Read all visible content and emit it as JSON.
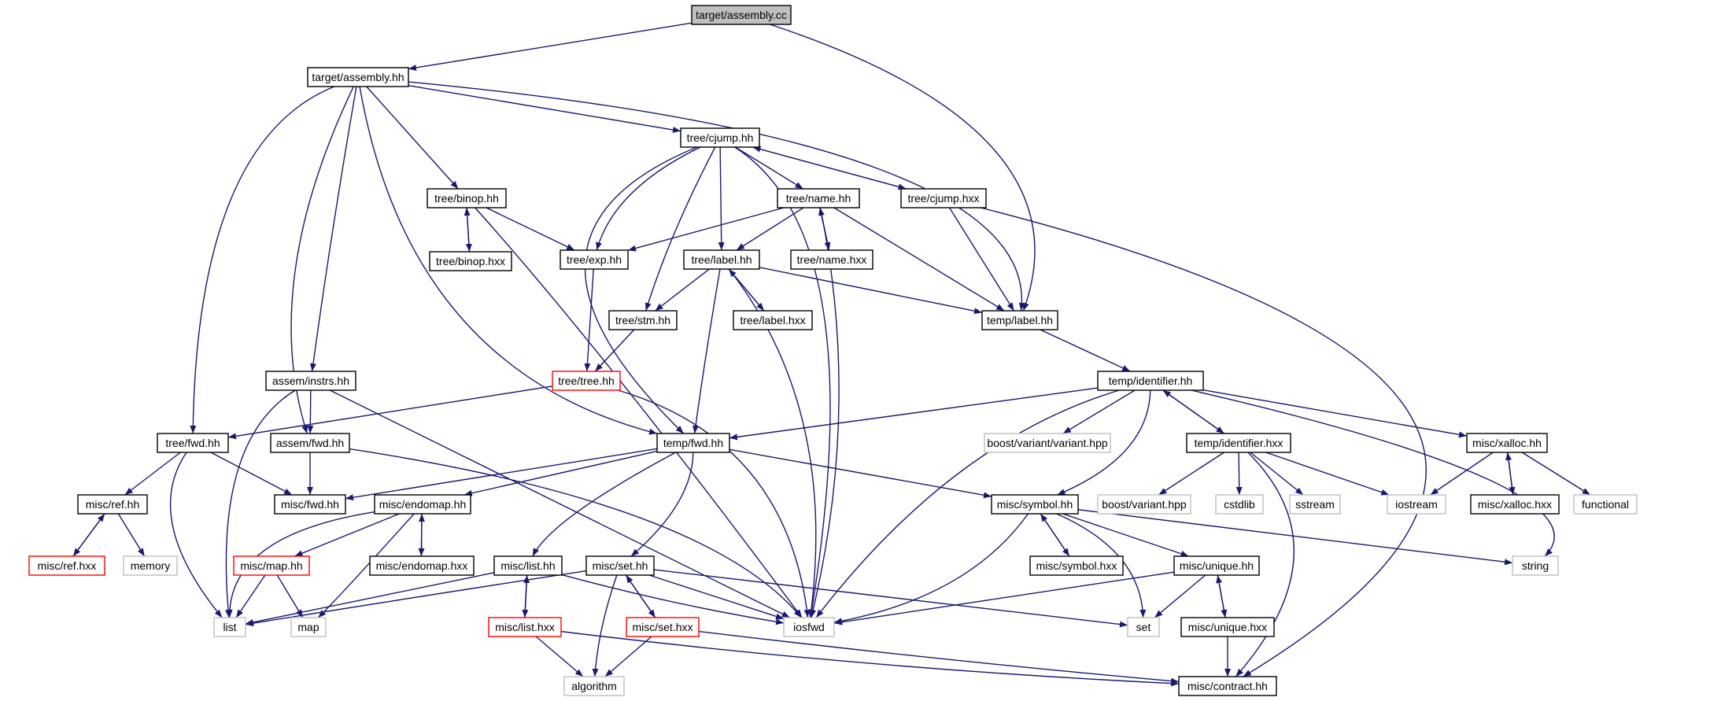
{
  "colors": {
    "edge": "#191970",
    "node_border": "#000000",
    "root_fill": "#bfbfbf",
    "truncated_border": "#ff0000",
    "external_border": "#bfbfbf",
    "label": "#000000",
    "label_external": "#7f7f7f"
  },
  "nodes": [
    {
      "id": "n_assembly_cc",
      "label": "target/assembly.cc",
      "kind": "root"
    },
    {
      "id": "n_assembly_hh",
      "label": "target/assembly.hh",
      "kind": "normal"
    },
    {
      "id": "n_tree_cjump_hh",
      "label": "tree/cjump.hh",
      "kind": "normal"
    },
    {
      "id": "n_tree_binop_hh",
      "label": "tree/binop.hh",
      "kind": "normal"
    },
    {
      "id": "n_tree_name_hh",
      "label": "tree/name.hh",
      "kind": "normal"
    },
    {
      "id": "n_tree_cjump_hxx",
      "label": "tree/cjump.hxx",
      "kind": "normal"
    },
    {
      "id": "n_tree_binop_hxx",
      "label": "tree/binop.hxx",
      "kind": "normal"
    },
    {
      "id": "n_tree_exp_hh",
      "label": "tree/exp.hh",
      "kind": "normal"
    },
    {
      "id": "n_tree_label_hh",
      "label": "tree/label.hh",
      "kind": "normal"
    },
    {
      "id": "n_tree_name_hxx",
      "label": "tree/name.hxx",
      "kind": "normal"
    },
    {
      "id": "n_tree_stm_hh",
      "label": "tree/stm.hh",
      "kind": "normal"
    },
    {
      "id": "n_tree_label_hxx",
      "label": "tree/label.hxx",
      "kind": "normal"
    },
    {
      "id": "n_temp_label_hh",
      "label": "temp/label.hh",
      "kind": "normal"
    },
    {
      "id": "n_assem_instrs_hh",
      "label": "assem/instrs.hh",
      "kind": "normal"
    },
    {
      "id": "n_tree_tree_hh",
      "label": "tree/tree.hh",
      "kind": "truncated"
    },
    {
      "id": "n_temp_identifier_hh",
      "label": "temp/identifier.hh",
      "kind": "normal"
    },
    {
      "id": "n_tree_fwd_hh",
      "label": "tree/fwd.hh",
      "kind": "normal"
    },
    {
      "id": "n_assem_fwd_hh",
      "label": "assem/fwd.hh",
      "kind": "normal"
    },
    {
      "id": "n_temp_fwd_hh",
      "label": "temp/fwd.hh",
      "kind": "normal"
    },
    {
      "id": "n_boost_variant_variant_hpp",
      "label": "boost/variant/variant.hpp",
      "kind": "external"
    },
    {
      "id": "n_temp_identifier_hxx",
      "label": "temp/identifier.hxx",
      "kind": "normal"
    },
    {
      "id": "n_misc_xalloc_hh",
      "label": "misc/xalloc.hh",
      "kind": "normal"
    },
    {
      "id": "n_misc_ref_hh",
      "label": "misc/ref.hh",
      "kind": "normal"
    },
    {
      "id": "n_misc_fwd_hh",
      "label": "misc/fwd.hh",
      "kind": "normal"
    },
    {
      "id": "n_misc_endomap_hh",
      "label": "misc/endomap.hh",
      "kind": "normal"
    },
    {
      "id": "n_misc_symbol_hh",
      "label": "misc/symbol.hh",
      "kind": "normal"
    },
    {
      "id": "n_boost_variant_hpp",
      "label": "boost/variant.hpp",
      "kind": "external"
    },
    {
      "id": "n_cstdlib",
      "label": "cstdlib",
      "kind": "external"
    },
    {
      "id": "n_sstream",
      "label": "sstream",
      "kind": "external"
    },
    {
      "id": "n_iostream",
      "label": "iostream",
      "kind": "external"
    },
    {
      "id": "n_misc_xalloc_hxx",
      "label": "misc/xalloc.hxx",
      "kind": "normal"
    },
    {
      "id": "n_functional",
      "label": "functional",
      "kind": "external"
    },
    {
      "id": "n_misc_ref_hxx",
      "label": "misc/ref.hxx",
      "kind": "truncated"
    },
    {
      "id": "n_memory",
      "label": "memory",
      "kind": "external"
    },
    {
      "id": "n_misc_map_hh",
      "label": "misc/map.hh",
      "kind": "truncated"
    },
    {
      "id": "n_misc_endomap_hxx",
      "label": "misc/endomap.hxx",
      "kind": "normal"
    },
    {
      "id": "n_misc_list_hh",
      "label": "misc/list.hh",
      "kind": "normal"
    },
    {
      "id": "n_misc_set_hh",
      "label": "misc/set.hh",
      "kind": "normal"
    },
    {
      "id": "n_misc_symbol_hxx",
      "label": "misc/symbol.hxx",
      "kind": "normal"
    },
    {
      "id": "n_misc_unique_hh",
      "label": "misc/unique.hh",
      "kind": "normal"
    },
    {
      "id": "n_string",
      "label": "string",
      "kind": "external"
    },
    {
      "id": "n_list",
      "label": "list",
      "kind": "external"
    },
    {
      "id": "n_map",
      "label": "map",
      "kind": "external"
    },
    {
      "id": "n_misc_list_hxx",
      "label": "misc/list.hxx",
      "kind": "truncated"
    },
    {
      "id": "n_misc_set_hxx",
      "label": "misc/set.hxx",
      "kind": "truncated"
    },
    {
      "id": "n_iosfwd",
      "label": "iosfwd",
      "kind": "external"
    },
    {
      "id": "n_set",
      "label": "set",
      "kind": "external"
    },
    {
      "id": "n_misc_unique_hxx",
      "label": "misc/unique.hxx",
      "kind": "normal"
    },
    {
      "id": "n_algorithm",
      "label": "algorithm",
      "kind": "external"
    },
    {
      "id": "n_misc_contract_hh",
      "label": "misc/contract.hh",
      "kind": "normal"
    }
  ],
  "edges": [
    {
      "from": "n_assembly_cc",
      "to": "n_assembly_hh"
    },
    {
      "from": "n_assembly_cc",
      "to": "n_temp_label_hh"
    },
    {
      "from": "n_assembly_hh",
      "to": "n_tree_cjump_hh"
    },
    {
      "from": "n_assembly_hh",
      "to": "n_tree_binop_hh"
    },
    {
      "from": "n_assembly_hh",
      "to": "n_temp_label_hh"
    },
    {
      "from": "n_assembly_hh",
      "to": "n_assem_instrs_hh"
    },
    {
      "from": "n_assembly_hh",
      "to": "n_tree_fwd_hh"
    },
    {
      "from": "n_assembly_hh",
      "to": "n_assem_fwd_hh"
    },
    {
      "from": "n_assembly_hh",
      "to": "n_temp_fwd_hh"
    },
    {
      "from": "n_tree_cjump_hh",
      "to": "n_tree_name_hh"
    },
    {
      "from": "n_tree_cjump_hh",
      "to": "n_tree_cjump_hxx"
    },
    {
      "from": "n_tree_cjump_hh",
      "to": "n_tree_exp_hh"
    },
    {
      "from": "n_tree_cjump_hh",
      "to": "n_tree_label_hh"
    },
    {
      "from": "n_tree_cjump_hh",
      "to": "n_tree_stm_hh"
    },
    {
      "from": "n_tree_cjump_hh",
      "to": "n_temp_fwd_hh"
    },
    {
      "from": "n_tree_cjump_hh",
      "to": "n_iosfwd"
    },
    {
      "from": "n_tree_cjump_hxx",
      "to": "n_tree_cjump_hh"
    },
    {
      "from": "n_tree_cjump_hxx",
      "to": "n_temp_label_hh"
    },
    {
      "from": "n_tree_cjump_hxx",
      "to": "n_misc_contract_hh"
    },
    {
      "from": "n_tree_binop_hh",
      "to": "n_tree_binop_hxx"
    },
    {
      "from": "n_tree_binop_hh",
      "to": "n_tree_exp_hh"
    },
    {
      "from": "n_tree_binop_hh",
      "to": "n_iosfwd"
    },
    {
      "from": "n_tree_binop_hxx",
      "to": "n_tree_binop_hh"
    },
    {
      "from": "n_tree_name_hh",
      "to": "n_tree_exp_hh"
    },
    {
      "from": "n_tree_name_hh",
      "to": "n_tree_label_hh"
    },
    {
      "from": "n_tree_name_hh",
      "to": "n_tree_name_hxx"
    },
    {
      "from": "n_tree_name_hh",
      "to": "n_temp_label_hh"
    },
    {
      "from": "n_tree_name_hh",
      "to": "n_iosfwd"
    },
    {
      "from": "n_tree_name_hxx",
      "to": "n_tree_name_hh"
    },
    {
      "from": "n_tree_exp_hh",
      "to": "n_tree_tree_hh"
    },
    {
      "from": "n_tree_label_hh",
      "to": "n_tree_stm_hh"
    },
    {
      "from": "n_tree_label_hh",
      "to": "n_tree_label_hxx"
    },
    {
      "from": "n_tree_label_hh",
      "to": "n_temp_label_hh"
    },
    {
      "from": "n_tree_label_hh",
      "to": "n_temp_fwd_hh"
    },
    {
      "from": "n_tree_label_hh",
      "to": "n_iosfwd"
    },
    {
      "from": "n_tree_label_hxx",
      "to": "n_tree_label_hh"
    },
    {
      "from": "n_tree_stm_hh",
      "to": "n_tree_tree_hh"
    },
    {
      "from": "n_tree_tree_hh",
      "to": "n_tree_fwd_hh"
    },
    {
      "from": "n_tree_tree_hh",
      "to": "n_iosfwd"
    },
    {
      "from": "n_temp_label_hh",
      "to": "n_temp_identifier_hh"
    },
    {
      "from": "n_assem_instrs_hh",
      "to": "n_assem_fwd_hh"
    },
    {
      "from": "n_assem_instrs_hh",
      "to": "n_list"
    },
    {
      "from": "n_assem_instrs_hh",
      "to": "n_iosfwd"
    },
    {
      "from": "n_temp_identifier_hh",
      "to": "n_temp_fwd_hh"
    },
    {
      "from": "n_temp_identifier_hh",
      "to": "n_boost_variant_variant_hpp"
    },
    {
      "from": "n_temp_identifier_hh",
      "to": "n_temp_identifier_hxx"
    },
    {
      "from": "n_temp_identifier_hh",
      "to": "n_misc_xalloc_hh"
    },
    {
      "from": "n_temp_identifier_hh",
      "to": "n_misc_symbol_hh"
    },
    {
      "from": "n_temp_identifier_hh",
      "to": "n_iosfwd"
    },
    {
      "from": "n_temp_identifier_hh",
      "to": "n_string"
    },
    {
      "from": "n_temp_identifier_hxx",
      "to": "n_temp_identifier_hh"
    },
    {
      "from": "n_temp_identifier_hxx",
      "to": "n_boost_variant_hpp"
    },
    {
      "from": "n_temp_identifier_hxx",
      "to": "n_cstdlib"
    },
    {
      "from": "n_temp_identifier_hxx",
      "to": "n_sstream"
    },
    {
      "from": "n_temp_identifier_hxx",
      "to": "n_iostream"
    },
    {
      "from": "n_temp_identifier_hxx",
      "to": "n_misc_contract_hh"
    },
    {
      "from": "n_misc_xalloc_hh",
      "to": "n_iostream"
    },
    {
      "from": "n_misc_xalloc_hh",
      "to": "n_misc_xalloc_hxx"
    },
    {
      "from": "n_misc_xalloc_hh",
      "to": "n_functional"
    },
    {
      "from": "n_misc_xalloc_hxx",
      "to": "n_misc_xalloc_hh"
    },
    {
      "from": "n_tree_fwd_hh",
      "to": "n_misc_ref_hh"
    },
    {
      "from": "n_tree_fwd_hh",
      "to": "n_misc_fwd_hh"
    },
    {
      "from": "n_tree_fwd_hh",
      "to": "n_list"
    },
    {
      "from": "n_assem_fwd_hh",
      "to": "n_misc_fwd_hh"
    },
    {
      "from": "n_assem_fwd_hh",
      "to": "n_iosfwd"
    },
    {
      "from": "n_temp_fwd_hh",
      "to": "n_misc_fwd_hh"
    },
    {
      "from": "n_temp_fwd_hh",
      "to": "n_misc_endomap_hh"
    },
    {
      "from": "n_temp_fwd_hh",
      "to": "n_misc_symbol_hh"
    },
    {
      "from": "n_temp_fwd_hh",
      "to": "n_misc_list_hh"
    },
    {
      "from": "n_temp_fwd_hh",
      "to": "n_misc_set_hh"
    },
    {
      "from": "n_misc_ref_hh",
      "to": "n_misc_ref_hxx"
    },
    {
      "from": "n_misc_ref_hh",
      "to": "n_memory"
    },
    {
      "from": "n_misc_ref_hxx",
      "to": "n_misc_ref_hh"
    },
    {
      "from": "n_misc_endomap_hh",
      "to": "n_misc_map_hh"
    },
    {
      "from": "n_misc_endomap_hh",
      "to": "n_misc_endomap_hxx"
    },
    {
      "from": "n_misc_endomap_hh",
      "to": "n_list"
    },
    {
      "from": "n_misc_endomap_hh",
      "to": "n_map"
    },
    {
      "from": "n_misc_endomap_hxx",
      "to": "n_misc_endomap_hh"
    },
    {
      "from": "n_misc_map_hh",
      "to": "n_list"
    },
    {
      "from": "n_misc_map_hh",
      "to": "n_map"
    },
    {
      "from": "n_misc_symbol_hh",
      "to": "n_misc_symbol_hxx"
    },
    {
      "from": "n_misc_symbol_hh",
      "to": "n_misc_unique_hh"
    },
    {
      "from": "n_misc_symbol_hh",
      "to": "n_string"
    },
    {
      "from": "n_misc_symbol_hh",
      "to": "n_iosfwd"
    },
    {
      "from": "n_misc_symbol_hh",
      "to": "n_set"
    },
    {
      "from": "n_misc_symbol_hxx",
      "to": "n_misc_symbol_hh"
    },
    {
      "from": "n_misc_unique_hh",
      "to": "n_misc_unique_hxx"
    },
    {
      "from": "n_misc_unique_hh",
      "to": "n_iosfwd"
    },
    {
      "from": "n_misc_unique_hh",
      "to": "n_set"
    },
    {
      "from": "n_misc_unique_hxx",
      "to": "n_misc_unique_hh"
    },
    {
      "from": "n_misc_unique_hxx",
      "to": "n_misc_contract_hh"
    },
    {
      "from": "n_misc_list_hh",
      "to": "n_misc_list_hxx"
    },
    {
      "from": "n_misc_list_hh",
      "to": "n_list"
    },
    {
      "from": "n_misc_list_hh",
      "to": "n_iosfwd"
    },
    {
      "from": "n_misc_list_hxx",
      "to": "n_misc_list_hh"
    },
    {
      "from": "n_misc_list_hxx",
      "to": "n_algorithm"
    },
    {
      "from": "n_misc_list_hxx",
      "to": "n_misc_contract_hh"
    },
    {
      "from": "n_misc_set_hh",
      "to": "n_misc_set_hxx"
    },
    {
      "from": "n_misc_set_hh",
      "to": "n_list"
    },
    {
      "from": "n_misc_set_hh",
      "to": "n_iosfwd"
    },
    {
      "from": "n_misc_set_hh",
      "to": "n_set"
    },
    {
      "from": "n_misc_set_hh",
      "to": "n_algorithm"
    },
    {
      "from": "n_misc_set_hxx",
      "to": "n_misc_set_hh"
    },
    {
      "from": "n_misc_set_hxx",
      "to": "n_algorithm"
    },
    {
      "from": "n_misc_set_hxx",
      "to": "n_misc_contract_hh"
    }
  ]
}
